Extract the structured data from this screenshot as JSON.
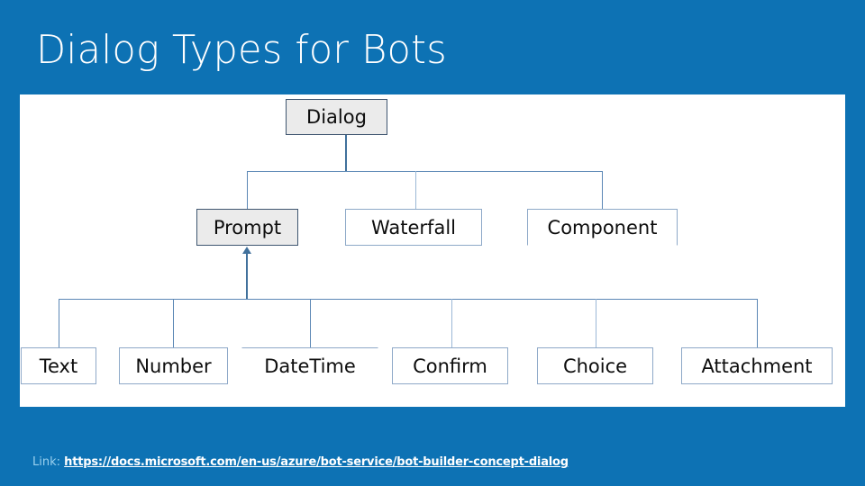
{
  "slide": {
    "title": "Dialog Types for Bots",
    "background_color": "#0d72b4",
    "panel_color": "#ffffff"
  },
  "diagram": {
    "type": "tree",
    "shaded_fill": "#ebebeb",
    "node_border_color": "#44546a",
    "connector_color": "#5b87b5",
    "arrow_color": "#41719c",
    "levels": [
      {
        "level": 1,
        "nodes": [
          {
            "id": "dialog",
            "label": "Dialog",
            "shaded": true
          }
        ]
      },
      {
        "level": 2,
        "nodes": [
          {
            "id": "prompt",
            "label": "Prompt",
            "shaded": true
          },
          {
            "id": "waterfall",
            "label": "Waterfall",
            "shaded": false
          },
          {
            "id": "component",
            "label": "Component",
            "shaded": false
          }
        ]
      },
      {
        "level": 3,
        "nodes": [
          {
            "id": "text",
            "label": "Text",
            "shaded": false
          },
          {
            "id": "number",
            "label": "Number",
            "shaded": false
          },
          {
            "id": "datetime",
            "label": "DateTime",
            "shaded": false
          },
          {
            "id": "confirm",
            "label": "Confirm",
            "shaded": false
          },
          {
            "id": "choice",
            "label": "Choice",
            "shaded": false
          },
          {
            "id": "attachment",
            "label": "Attachment",
            "shaded": false
          }
        ]
      }
    ],
    "edges": [
      {
        "from": "prompt",
        "to": "dialog",
        "arrow": true
      },
      {
        "from": "waterfall",
        "to": "dialog",
        "arrow": false
      },
      {
        "from": "component",
        "to": "dialog",
        "arrow": false
      },
      {
        "from": "text",
        "to": "prompt",
        "arrow": true
      },
      {
        "from": "number",
        "to": "prompt",
        "arrow": false
      },
      {
        "from": "datetime",
        "to": "prompt",
        "arrow": false
      },
      {
        "from": "confirm",
        "to": "prompt",
        "arrow": false
      },
      {
        "from": "choice",
        "to": "prompt",
        "arrow": false
      },
      {
        "from": "attachment",
        "to": "prompt",
        "arrow": false
      }
    ]
  },
  "footer": {
    "label": "Link:",
    "url": "https://docs.microsoft.com/en-us/azure/bot-service/bot-builder-concept-dialog"
  }
}
